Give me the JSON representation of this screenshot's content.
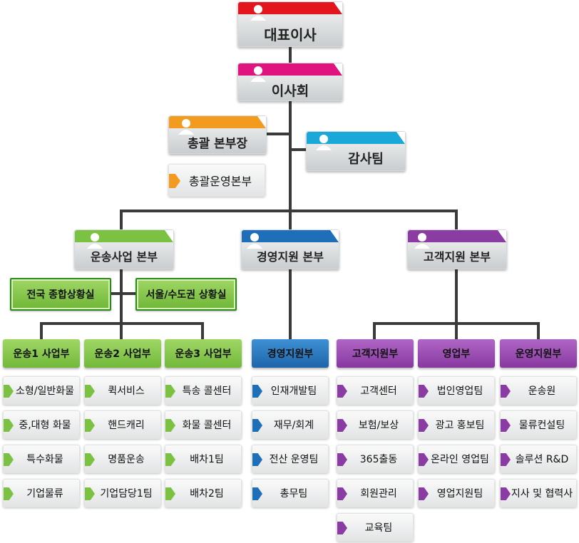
{
  "colors": {
    "red": "#e3161e",
    "pink": "#e0147f",
    "orange": "#f39b1e",
    "cyan": "#1aa8d9",
    "green": "#7cc242",
    "blue": "#1f6fb8",
    "purple": "#8a3ca3"
  },
  "ceo": {
    "label": "대표이사",
    "color": "red",
    "icon": "person-icon"
  },
  "board": {
    "label": "이사회",
    "color": "pink",
    "icon": "person-icon"
  },
  "gm": {
    "label": "총괄 본부장",
    "color": "orange",
    "icon": "person-icon"
  },
  "gm_sub": {
    "label": "총괄운영본부",
    "color": "orange"
  },
  "audit": {
    "label": "감사팀",
    "color": "cyan",
    "icon": "person-icon"
  },
  "divisions": [
    {
      "label": "운송사업 본부",
      "color": "green",
      "icon": "person-icon"
    },
    {
      "label": "경영지원 본부",
      "color": "blue",
      "icon": "person-icon"
    },
    {
      "label": "고객지원 본부",
      "color": "purple",
      "icon": "person-icon"
    }
  ],
  "situation_rooms": [
    "전국 종합상황실",
    "서울/수도권 상황실"
  ],
  "departments": [
    {
      "label": "운송1 사업부",
      "color": "green",
      "teams": [
        "소형/일반화물",
        "중,대형 화물",
        "특수화물",
        "기업물류"
      ]
    },
    {
      "label": "운송2 사업부",
      "color": "green",
      "teams": [
        "퀵서비스",
        "핸드캐리",
        "명품운송",
        "기업담당1팀"
      ]
    },
    {
      "label": "운송3 사업부",
      "color": "green",
      "teams": [
        "특송 콜센터",
        "화물 콜센터",
        "배차1팀",
        "배차2팀"
      ]
    },
    {
      "label": "경영지원부",
      "color": "blue",
      "teams": [
        "인재개발팀",
        "재무/회계",
        "전산 운영팀",
        "총무팀"
      ]
    },
    {
      "label": "고객지원부",
      "color": "purple",
      "teams": [
        "고객센터",
        "보험/보상",
        "365출동",
        "회원관리",
        "교육팀"
      ]
    },
    {
      "label": "영업부",
      "color": "purple",
      "teams": [
        "법인영업팀",
        "광고 홍보팀",
        "온라인 영업팀",
        "영업지원팀"
      ]
    },
    {
      "label": "운영지원부",
      "color": "purple",
      "teams": [
        "운송원",
        "물류컨설팅",
        "솔루션 R&D",
        "지사 및 협력사"
      ]
    }
  ]
}
